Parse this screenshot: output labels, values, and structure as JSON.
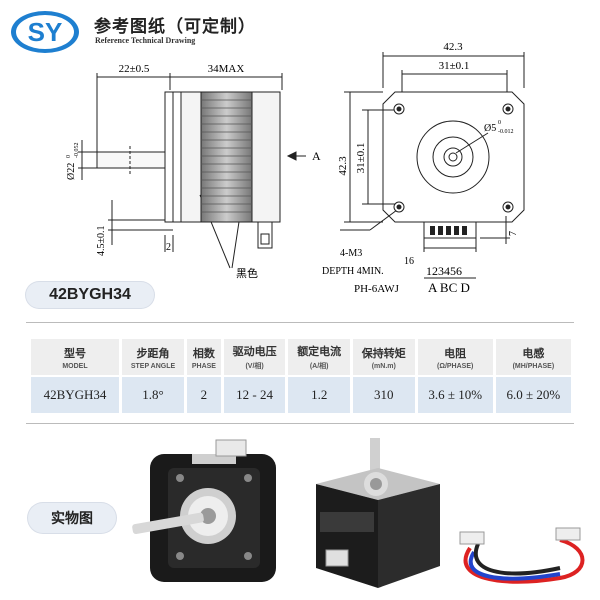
{
  "header": {
    "logo_text": "SY",
    "title_cn": "参考图纸（可定制）",
    "title_en": "Reference Technical Drawing"
  },
  "drawing": {
    "side": {
      "shaft_length": "22±0.5",
      "body_length": "34MAX",
      "shaft_dia_main": "Ø22",
      "shaft_dia_tol_top": "0",
      "shaft_dia_tol_bottom": "-0.052",
      "flange_thickness": "4.5±0.1",
      "boss_height": "2",
      "wire_color": "黑色",
      "view_label": "A"
    },
    "front": {
      "width": "42.3",
      "hole_spacing_x": "31±0.1",
      "height": "42.3",
      "hole_spacing_y": "31±0.1",
      "shaft_dia_main": "Ø5",
      "shaft_dia_tol_top": "0",
      "shaft_dia_tol_bottom": "-0.012",
      "screw_holes": "4-M3",
      "screw_depth": "DEPTH 4MIN.",
      "connector_offset": "16",
      "connector_height": "7",
      "pin_numbers": "123456",
      "connector_type": "PH-6AWJ",
      "phase_letters": "A BC D"
    }
  },
  "model": "42BYGH34",
  "spec_table": {
    "headers": [
      {
        "cn": "型号",
        "en": "MODEL"
      },
      {
        "cn": "步距角",
        "en": "STEP ANGLE"
      },
      {
        "cn": "相数",
        "en": "PHASE"
      },
      {
        "cn": "驱动电压",
        "en": "(V/相)"
      },
      {
        "cn": "额定电流",
        "en": "(A/相)"
      },
      {
        "cn": "保持转矩",
        "en": "(mN.m)"
      },
      {
        "cn": "电阻",
        "en": "(Ω/PHASE)"
      },
      {
        "cn": "电感",
        "en": "(MH/PHASE)"
      }
    ],
    "row": [
      "42BYGH34",
      "1.8°",
      "2",
      "12 - 24",
      "1.2",
      "310",
      "3.6 ± 10%",
      "6.0 ± 20%"
    ]
  },
  "photo_label": "实物图"
}
